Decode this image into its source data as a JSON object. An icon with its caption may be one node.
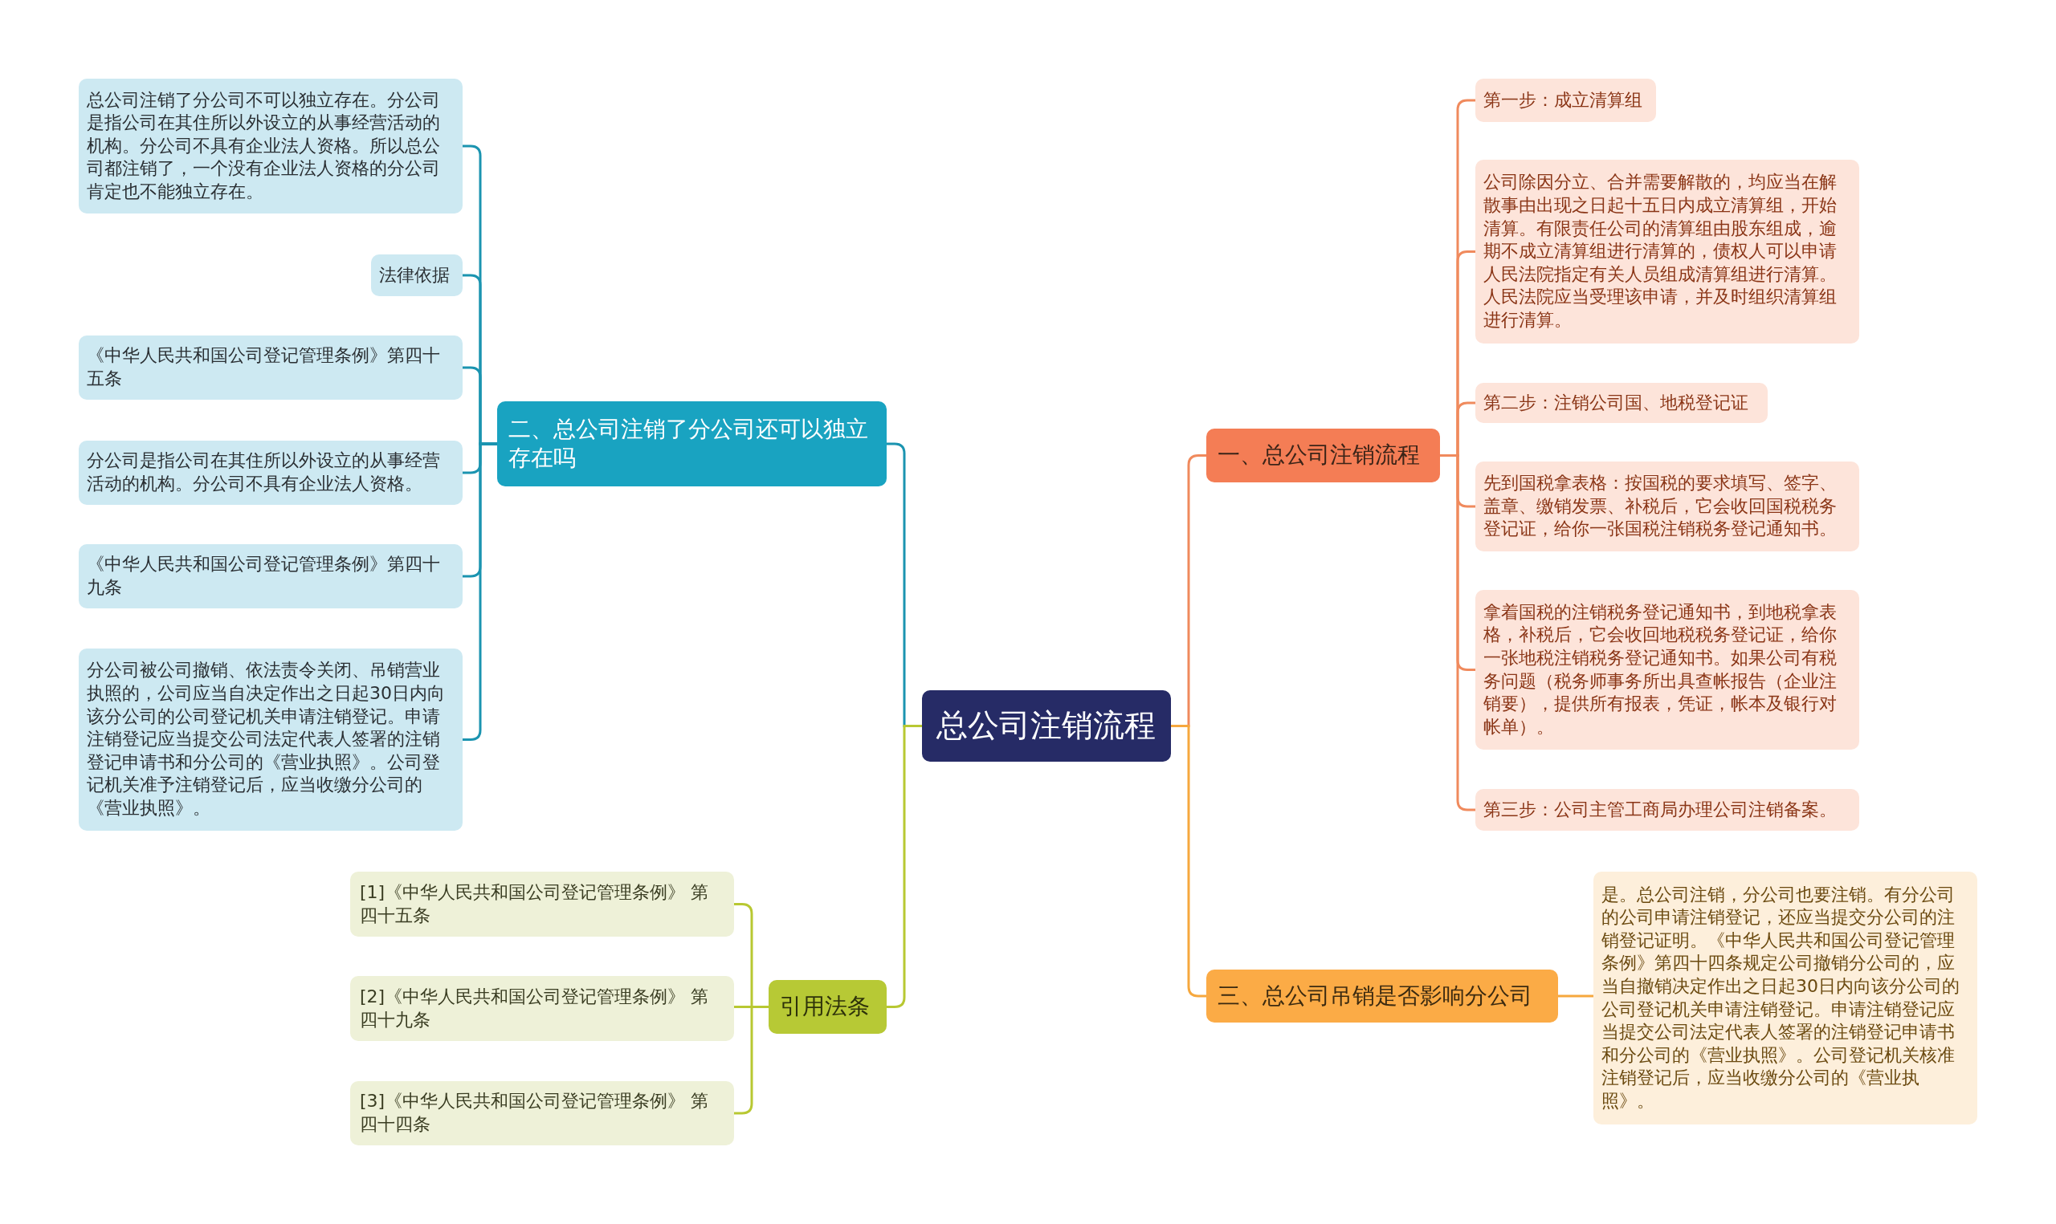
{
  "diagram": {
    "nodes": [
      {
        "text": [
          "总公司注销流程"
        ]
      },
      {
        "text": [
          "一、总公司注销流程"
        ]
      },
      {
        "text": [
          "第一步：成立清算组"
        ]
      },
      {
        "text": [
          "公司除因分立、合并需要解散的，均应当在解散事由出现之日起十五日内成立清算组，开始清算。有限责任公司的清算组由股东组成，逾期不成立清算组进行清算的，债权人可以申请人民法院指定有关人员组成清算组进行清算。人民法院应当受理该申请，并及时组织清算组进行清算。"
        ]
      },
      {
        "text": [
          "第二步：注销公司国、地税登记证"
        ]
      },
      {
        "text": [
          "先到国税拿表格：按国税的要求填写、签字、盖章、缴销发票、补税后，它会收回国税税务登记证，给你一张国税注销税务登记通知书。"
        ]
      },
      {
        "text": [
          "拿着国税的注销税务登记通知书，到地税拿表格，补税后，它会收回地税税务登记证，给你一张地税注销税务登记通知书。如果公司有税务问题（税务师事务所出具查帐报告（企业注销要），提供所有报表，凭证，帐本及银行对帐单）。"
        ]
      },
      {
        "text": [
          "第三步：公司主管工商局办理公司注销备案。"
        ]
      },
      {
        "text": [
          "三、总公司吊销是否影响分公司"
        ]
      },
      {
        "text": [
          "是。总公司注销，分公司也要注销。有分公司的公司申请注销登记，还应当提交分公司的注销登记证明。《中华人民共和国公司登记管理条例》第四十四条规定公司撤销分公司的，应当自撤销决定作出之日起30日内向该分公司的公司登记机关申请注销登记。申请注销登记应当提交公司法定代表人签署的注销登记申请书和分公司的《营业执照》。公司登记机关核准注销登记后，应当收缴分公司的《营业执照》。"
        ]
      },
      {
        "text": [
          "二、总公司注销了分公司还可以独立存在吗"
        ]
      },
      {
        "text": [
          "总公司注销了分公司不可以独立存在。分公司是指公司在其住所以外设立的从事经营活动的机构。分公司不具有企业法人资格。所以总公司都注销了，一个没有企业法人资格的分公司肯定也不能独立存在。"
        ]
      },
      {
        "text": [
          "法律依据"
        ]
      },
      {
        "text": [
          "《中华人民共和国公司登记管理条例》第四十五条"
        ]
      },
      {
        "text": [
          "分公司是指公司在其住所以外设立的从事经营活动的机构。分公司不具有企业法人资格。"
        ]
      },
      {
        "text": [
          "《中华人民共和国公司登记管理条例》第四十九条"
        ]
      },
      {
        "text": [
          "分公司被公司撤销、依法责令关闭、吊销营业执照的，公司应当自决定作出之日起30日内向该分公司的公司登记机关申请注销登记。申请注销登记应当提交公司法定代表人签署的注销登记申请书和分公司的《营业执照》。公司登记机关准予注销登记后，应当收缴分公司的《营业执照》。"
        ]
      },
      {
        "text": [
          "引用法条"
        ]
      },
      {
        "text": [
          "[1]《中华人民共和国公司登记管理条例》 第四十五条"
        ]
      },
      {
        "text": [
          "[2]《中华人民共和国公司登记管理条例》 第四十九条"
        ]
      },
      {
        "text": [
          "[3]《中华人民共和国公司登记管理条例》 第四十四条"
        ]
      }
    ],
    "edges": [
      {
        "from": 0,
        "to": 1,
        "arrow": "none",
        "color": "#f08a5d"
      },
      {
        "from": 1,
        "to": 2,
        "arrow": "none",
        "color": "#f08a5d"
      },
      {
        "from": 1,
        "to": 3,
        "arrow": "none",
        "color": "#f08a5d"
      },
      {
        "from": 1,
        "to": 4,
        "arrow": "none",
        "color": "#f08a5d"
      },
      {
        "from": 1,
        "to": 5,
        "arrow": "none",
        "color": "#f08a5d"
      },
      {
        "from": 1,
        "to": 6,
        "arrow": "none",
        "color": "#f08a5d"
      },
      {
        "from": 1,
        "to": 7,
        "arrow": "none",
        "color": "#f08a5d"
      },
      {
        "from": 0,
        "to": 8,
        "arrow": "none",
        "color": "#f6a83e"
      },
      {
        "from": 8,
        "to": 9,
        "arrow": "none",
        "color": "#f6a83e"
      },
      {
        "from": 0,
        "to": 10,
        "arrow": "none",
        "color": "#1b94b0"
      },
      {
        "from": 10,
        "to": 11,
        "arrow": "none",
        "color": "#1b94b0"
      },
      {
        "from": 10,
        "to": 12,
        "arrow": "none",
        "color": "#1b94b0"
      },
      {
        "from": 10,
        "to": 13,
        "arrow": "none",
        "color": "#1b94b0"
      },
      {
        "from": 10,
        "to": 14,
        "arrow": "none",
        "color": "#1b94b0"
      },
      {
        "from": 10,
        "to": 15,
        "arrow": "none",
        "color": "#1b94b0"
      },
      {
        "from": 10,
        "to": 16,
        "arrow": "none",
        "color": "#1b94b0"
      },
      {
        "from": 0,
        "to": 17,
        "arrow": "none",
        "color": "#b8c832"
      },
      {
        "from": 17,
        "to": 18,
        "arrow": "none",
        "color": "#b8c832"
      },
      {
        "from": 17,
        "to": 19,
        "arrow": "none",
        "color": "#b8c832"
      },
      {
        "from": 17,
        "to": 20,
        "arrow": "none",
        "color": "#b8c832"
      }
    ]
  }
}
